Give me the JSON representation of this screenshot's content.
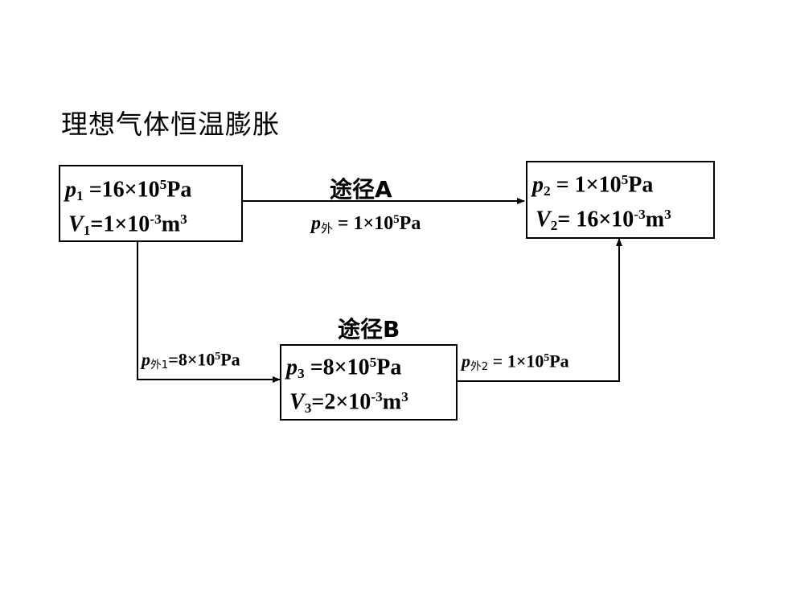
{
  "title": "理想气体恒温膨胀",
  "state1": {
    "p_sym": "p",
    "p_sub": "1",
    "p_val": " =16×10",
    "p_exp": "5",
    "p_unit": "Pa",
    "v_sym": "V",
    "v_sub": "1",
    "v_val": "=1×10",
    "v_exp": "-3",
    "v_unit": "m",
    "v_unit_exp": "3"
  },
  "state2": {
    "p_sym": "p",
    "p_sub": "2",
    "p_val": " = 1×10",
    "p_exp": "5",
    "p_unit": "Pa",
    "v_sym": "V",
    "v_sub": "2",
    "v_val": "= 16×10",
    "v_exp": "-3",
    "v_unit": "m",
    "v_unit_exp": "3"
  },
  "state3": {
    "p_sym": "p",
    "p_sub": "3",
    "p_val": " =8×10",
    "p_exp": "5",
    "p_unit": "Pa",
    "v_sym": "V",
    "v_sub": "3",
    "v_val": "=2×10",
    "v_exp": "-3",
    "v_unit": "m",
    "v_unit_exp": "3"
  },
  "routeA": {
    "label": "途径A",
    "pext_sym": "p",
    "pext_sub": "外",
    "pext_val": " = 1×10",
    "pext_exp": "5",
    "pext_unit": "Pa"
  },
  "routeB": {
    "label": "途径B",
    "pext1_sym": "p",
    "pext1_sub": "外1",
    "pext1_val": "=8×10",
    "pext1_exp": "5",
    "pext1_unit": "Pa",
    "pext2_sym": "p",
    "pext2_sub": "外2",
    "pext2_val": " = 1×10",
    "pext2_exp": "5",
    "pext2_unit": "Pa"
  }
}
